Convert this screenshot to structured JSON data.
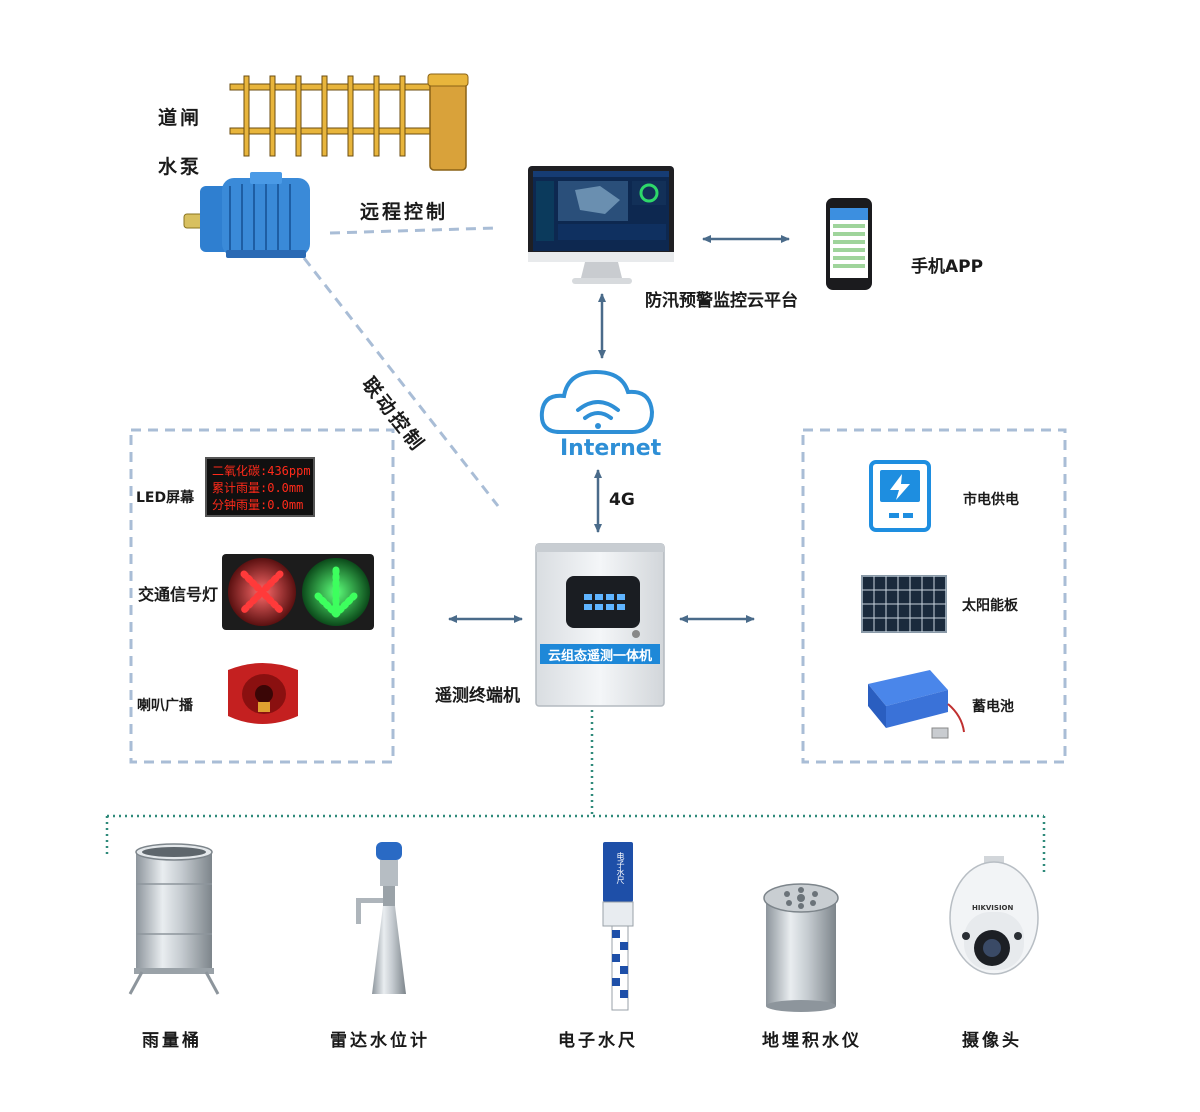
{
  "top_devices": {
    "gate_label": "道闸",
    "pump_label": "水泵",
    "remote_control_label": "远程控制",
    "linkage_control_label": "联动控制"
  },
  "platform": {
    "name": "防汛预警监控云平台",
    "mobile_app_label": "手机APP"
  },
  "network": {
    "cloud_label": "Internet",
    "uplink_label": "4G"
  },
  "terminal": {
    "device_text": "云组态遥测一体机",
    "caption": "遥测终端机"
  },
  "left_panel": {
    "led_label": "LED屏幕",
    "led_lines": [
      "二氧化碳:436ppm",
      "累计雨量:0.0mm",
      "分钟雨量:0.0mm"
    ],
    "traffic_light_label": "交通信号灯",
    "speaker_label": "喇叭广播"
  },
  "right_panel": {
    "mains_label": "市电供电",
    "solar_label": "太阳能板",
    "battery_label": "蓄电池"
  },
  "sensors": {
    "rain_gauge": "雨量桶",
    "radar_level": "雷达水位计",
    "electronic_staff": "电子水尺",
    "buried_water": "地埋积水仪",
    "camera": "摄像头",
    "staff_screen_text": "电子水尺",
    "camera_brand": "HIKVISION"
  },
  "colors": {
    "arrow": "#4a6b8a",
    "dashed_box": "#a9bdd6",
    "dotted_bus": "#2f8a7a",
    "cloud": "#2e8fd6",
    "led_red": "#ff2a1a",
    "gate_yellow": "#e8b53c",
    "pump_blue": "#3a8ad8"
  }
}
